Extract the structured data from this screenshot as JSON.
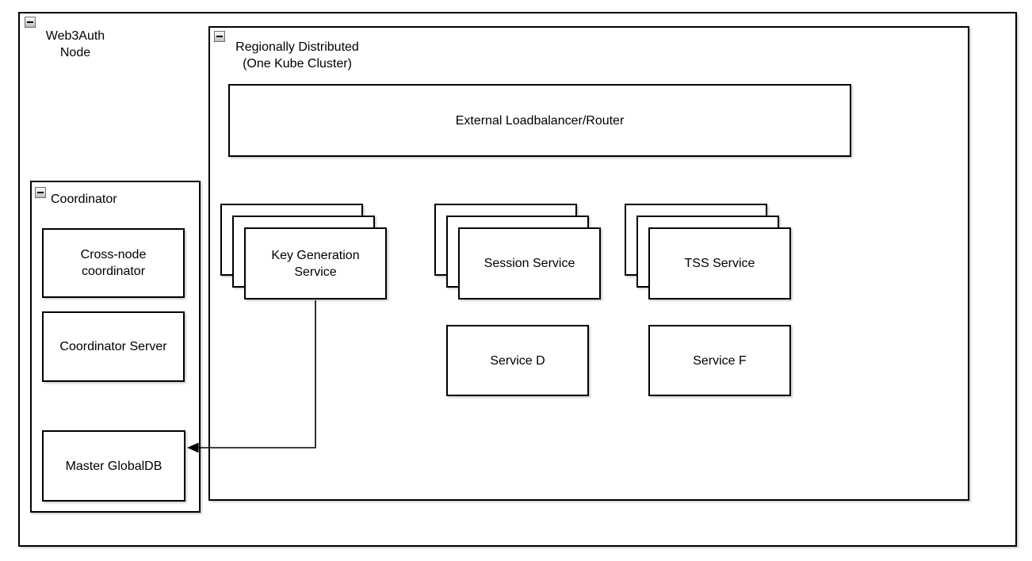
{
  "diagram": {
    "web3auth_group": {
      "title": "Web3Auth\nNode"
    },
    "region_group": {
      "title": "Regionally Distributed\n(One Kube Cluster)",
      "loadbalancer": {
        "label": "External Loadbalancer/Router"
      },
      "stacks": [
        {
          "label": "Key Generation\nService",
          "replicas": 3
        },
        {
          "label": "Session Service",
          "replicas": 3
        },
        {
          "label": "TSS Service",
          "replicas": 3
        }
      ],
      "services": [
        {
          "label": "Service D"
        },
        {
          "label": "Service F"
        }
      ]
    },
    "coordinator_group": {
      "title": "Coordinator",
      "boxes": [
        {
          "label": "Cross-node\ncoordinator"
        },
        {
          "label": "Coordinator Server"
        },
        {
          "label": "Master GlobalDB"
        }
      ]
    },
    "edges": [
      {
        "from": "Key Generation Service",
        "to": "Master GlobalDB",
        "style": "arrow-left"
      }
    ],
    "colors": {
      "border": "#000000",
      "fill": "#ffffff",
      "canvas": "#ffffff",
      "collapse_button": "#bdbdbd"
    }
  }
}
